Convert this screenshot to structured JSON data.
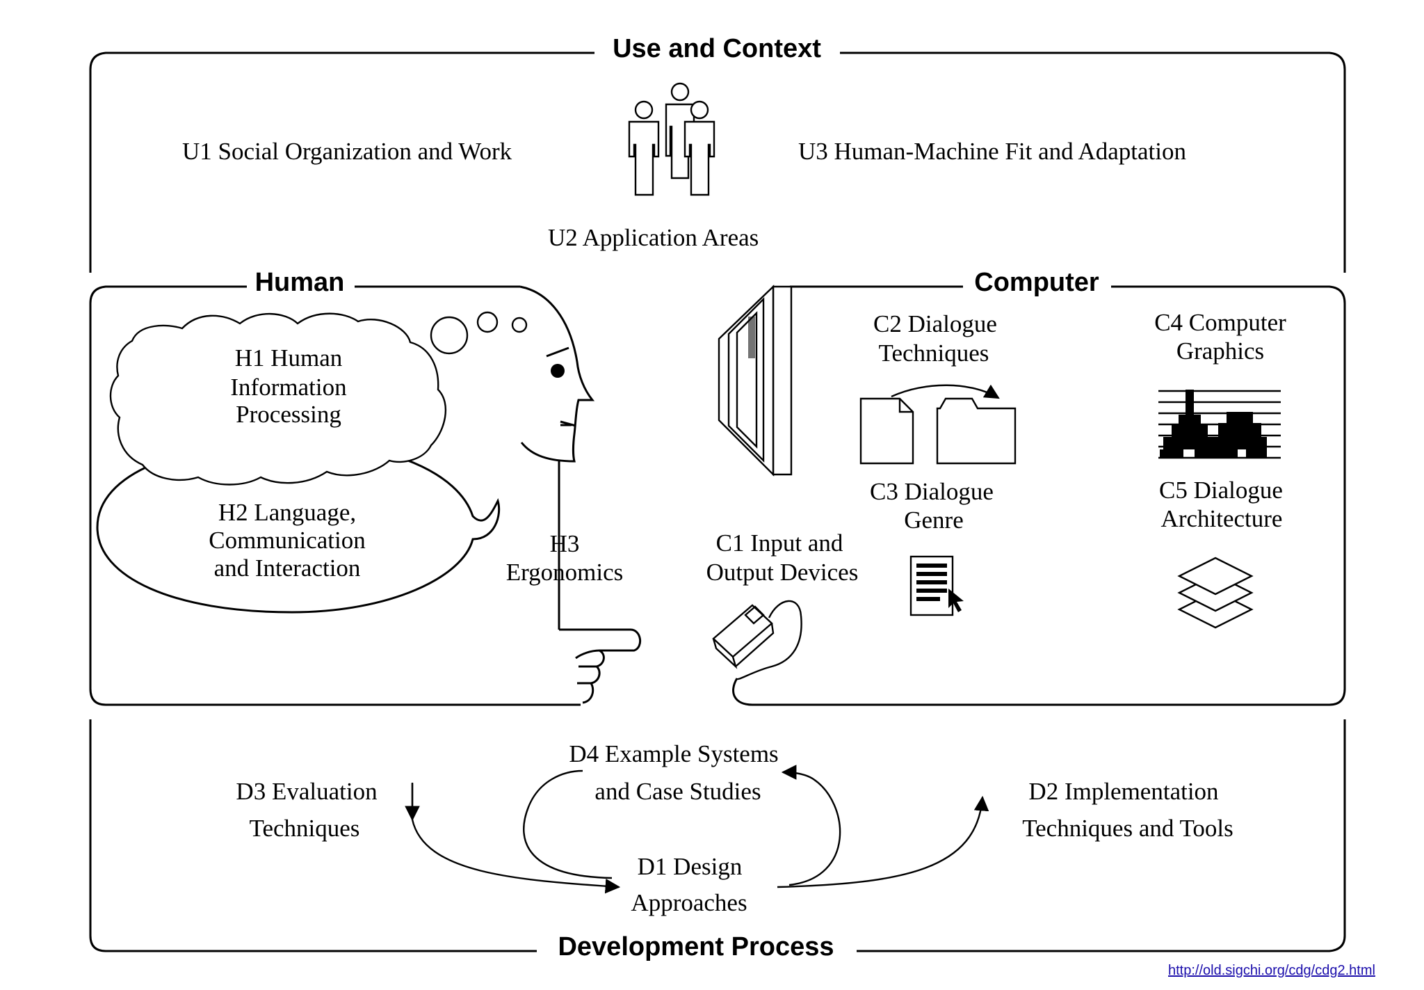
{
  "sections": {
    "use": "Use and Context",
    "human": "Human",
    "computer": "Computer",
    "development": "Development Process"
  },
  "use_items": {
    "u1": "U1 Social Organization and Work",
    "u2": "U2 Application Areas",
    "u3": "U3 Human-Machine Fit and Adaptation"
  },
  "human_items": {
    "h1": [
      "H1 Human",
      "Information",
      "Processing"
    ],
    "h2": [
      "H2 Language,",
      "Communication",
      "and Interaction"
    ],
    "h3": [
      "H3",
      "Ergonomics"
    ]
  },
  "computer_items": {
    "c1": [
      "C1 Input and",
      "Output Devices"
    ],
    "c2": [
      "C2 Dialogue",
      "Techniques"
    ],
    "c3": [
      "C3 Dialogue",
      "Genre"
    ],
    "c4": [
      "C4 Computer",
      "Graphics"
    ],
    "c5": [
      "C5 Dialogue",
      "Architecture"
    ]
  },
  "development_items": {
    "d1": [
      "D1 Design",
      "Approaches"
    ],
    "d2": [
      "D2 Implementation",
      "Techniques and Tools"
    ],
    "d3": [
      "D3 Evaluation",
      "Techniques"
    ],
    "d4": [
      "D4 Example Systems",
      "and Case Studies"
    ]
  },
  "icons": {
    "people": "people-icon",
    "head": "human-head-icon",
    "hand": "hand-icon",
    "monitor": "monitor-icon",
    "mouse": "mouse-icon",
    "document": "document-icon",
    "folder": "folder-icon",
    "genre": "text-page-cursor-icon",
    "graphics": "pixel-graphics-icon",
    "layers": "layers-icon"
  },
  "footer": {
    "source_url": "http://old.sigchi.org/cdg/cdg2.html"
  }
}
